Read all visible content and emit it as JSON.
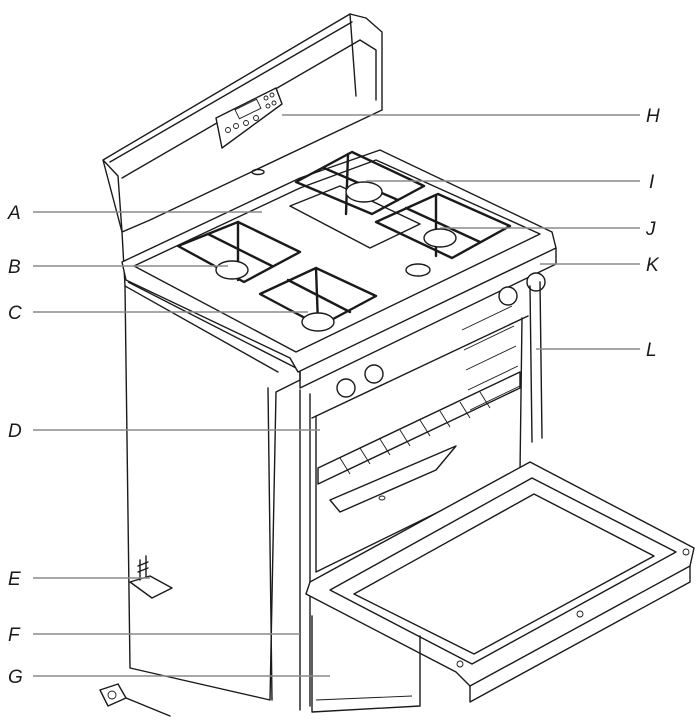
{
  "labels": {
    "A": "A",
    "B": "B",
    "C": "C",
    "D": "D",
    "E": "E",
    "F": "F",
    "G": "G",
    "H": "H",
    "I": "I",
    "J": "J",
    "K": "K",
    "L": "L"
  },
  "colors": {
    "line": "#1a1a1a",
    "leader": "#8a8a8a",
    "background": "#ffffff"
  }
}
